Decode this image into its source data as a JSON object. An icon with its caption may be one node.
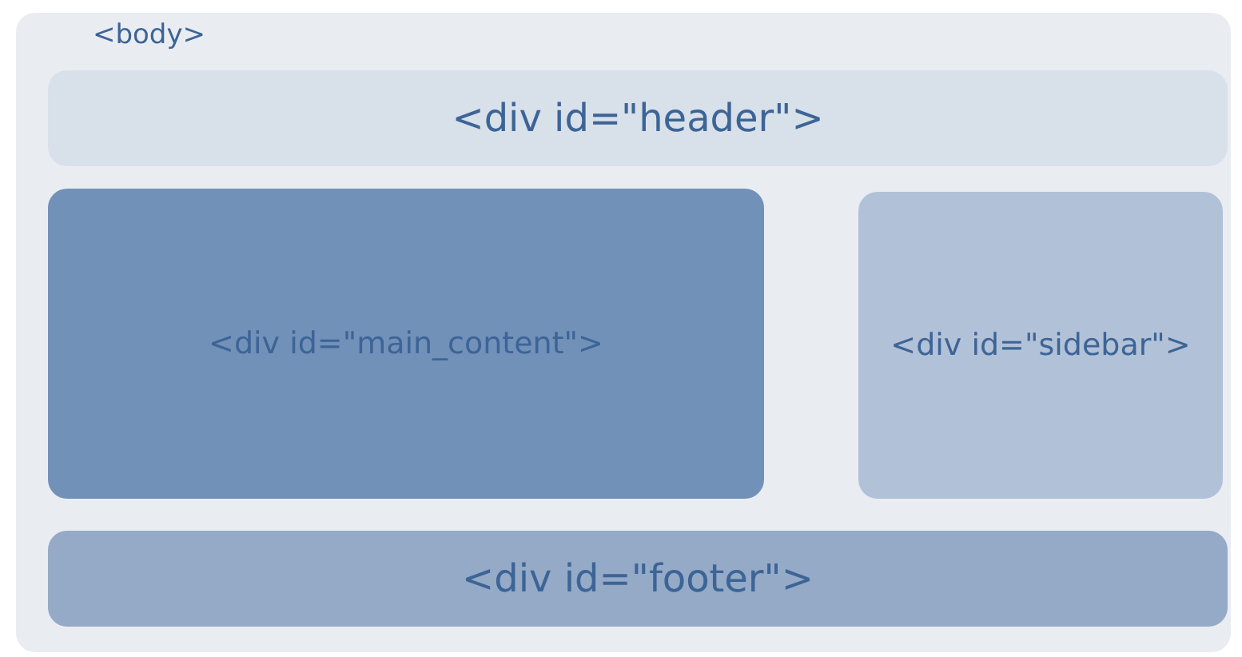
{
  "diagram": {
    "nodes": [
      {
        "text": [
          "<body>"
        ]
      },
      {
        "text": [
          "<div id=\"header\">"
        ],
        "in": 0
      },
      {
        "text": [
          "<div id=\"main_content\">"
        ],
        "in": 0
      },
      {
        "text": [
          "<div id=\"sidebar\">"
        ],
        "in": 0
      },
      {
        "text": [
          "<div id=\"footer\">"
        ],
        "in": 0
      }
    ]
  }
}
